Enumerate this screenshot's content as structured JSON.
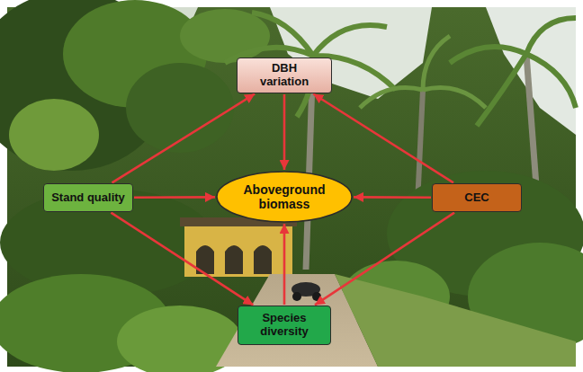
{
  "diagram": {
    "nodes": [
      {
        "text": [
          "DBH variation"
        ]
      },
      {
        "text": [
          "Stand quality"
        ]
      },
      {
        "text": [
          "Aboveground biomass"
        ]
      },
      {
        "text": [
          "CEC"
        ]
      },
      {
        "text": [
          "Species diversity"
        ]
      }
    ],
    "edges": [
      {
        "from": 1,
        "to": 0,
        "arrow": "to"
      },
      {
        "from": 3,
        "to": 0,
        "arrow": "to"
      },
      {
        "from": 0,
        "to": 2,
        "arrow": "to"
      },
      {
        "from": 1,
        "to": 2,
        "arrow": "to"
      },
      {
        "from": 3,
        "to": 2,
        "arrow": "to"
      },
      {
        "from": 4,
        "to": 2,
        "arrow": "to"
      },
      {
        "from": 1,
        "to": 4,
        "arrow": "to"
      },
      {
        "from": 3,
        "to": 4,
        "arrow": "to"
      }
    ]
  }
}
